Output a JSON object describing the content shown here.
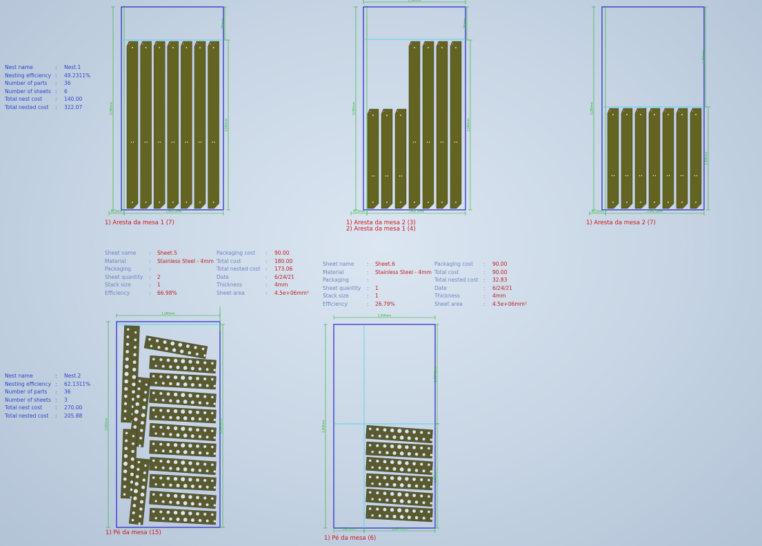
{
  "nest1": {
    "rows": [
      {
        "label": "Nest name",
        "value": "Nest.1"
      },
      {
        "label": "Nesting efficiency",
        "value": "49.2311%"
      },
      {
        "label": "Number of parts",
        "value": "36"
      },
      {
        "label": "Number of sheets",
        "value": "6"
      },
      {
        "label": "Total nest cost",
        "value": "140.00"
      },
      {
        "label": "Total nested cost",
        "value": "322.07"
      }
    ]
  },
  "nest2": {
    "rows": [
      {
        "label": "Nest name",
        "value": "Nest.2"
      },
      {
        "label": "Nesting efficiency",
        "value": "62.1311%"
      },
      {
        "label": "Number of parts",
        "value": "36"
      },
      {
        "label": "Number of sheets",
        "value": "3"
      },
      {
        "label": "Total nest cost",
        "value": "270.00"
      },
      {
        "label": "Total nested cost",
        "value": "205.88"
      }
    ]
  },
  "sheet5": {
    "left": [
      {
        "label": "Sheet name",
        "value": "Sheet.5"
      },
      {
        "label": "Material",
        "value": "Stainless Steel - 4mm"
      },
      {
        "label": "Packaging",
        "value": ""
      },
      {
        "label": "Sheet quantity",
        "value": "2"
      },
      {
        "label": "Stack size",
        "value": "1"
      },
      {
        "label": "Efficiency",
        "value": "66.98%"
      }
    ],
    "right": [
      {
        "label": "Packaging cost",
        "value": "90.00"
      },
      {
        "label": "Total cost",
        "value": "180.00"
      },
      {
        "label": "Total nested cost",
        "value": "173.06"
      },
      {
        "label": "Date",
        "value": "6/24/21"
      },
      {
        "label": "Thickness",
        "value": "4mm"
      },
      {
        "label": "Sheet area",
        "value": "4.5e+06mm²"
      }
    ]
  },
  "sheet6": {
    "left": [
      {
        "label": "Sheet name",
        "value": "Sheet.6"
      },
      {
        "label": "Material",
        "value": "Stainless Steel - 4mm"
      },
      {
        "label": "Packaging",
        "value": ""
      },
      {
        "label": "Sheet quantity",
        "value": "1"
      },
      {
        "label": "Stack size",
        "value": "1"
      },
      {
        "label": "Efficiency",
        "value": "26.79%"
      }
    ],
    "right": [
      {
        "label": "Packaging cost",
        "value": "90.00"
      },
      {
        "label": "Total cost",
        "value": "90.00"
      },
      {
        "label": "Total nested cost",
        "value": "32.83"
      },
      {
        "label": "Date",
        "value": "6/24/21"
      },
      {
        "label": "Thickness",
        "value": "4mm"
      },
      {
        "label": "Sheet area",
        "value": "4.5e+06mm²"
      }
    ]
  },
  "captions": {
    "sheet1": "1) Aresta da mesa 1 (7)",
    "sheet2_line1": "1) Aresta da mesa 2 (3)",
    "sheet2_line2": "2) Aresta da mesa 1 (4)",
    "sheet3": "1) Aresta da mesa 2 (7)",
    "sheet5": "1) Pé da mesa (15)",
    "sheet6": "1) Pé da mesa (6)"
  },
  "dimensions": {
    "sheet_width": "1,500mm",
    "sheet_height": "3,000mm",
    "edge_offset": "92.5mm",
    "sheet1_bottom": "1,402.5mm",
    "sheet2_bottom": "1,402.5mm",
    "sheet3_bottom": "1,402.5mm",
    "sheet6_bottom": "1,067.5mm",
    "sheet6_offset": "552.5mm",
    "sheet1_top_gap": "450mm",
    "sheet2_top_gap": "450mm",
    "sheet3_top_gap": "1,450mm",
    "sheet1_right": "2,550mm",
    "sheet2_right": "2,550mm",
    "sheet3_right": "1,550mm",
    "sheet5_right": "2,982.9mm",
    "sheet6_right_top": "1,400.1mm",
    "sheet6_right_bottom": "1,400mm"
  },
  "colors": {
    "sheet_border": "#2323c8",
    "dimension": "#22b022",
    "guide": "#2fd6e6",
    "part_fill": "#636322",
    "part_fill_dark": "#5a5a30",
    "label_red": "#c21f1f",
    "label_blue": "#2d46c6"
  }
}
